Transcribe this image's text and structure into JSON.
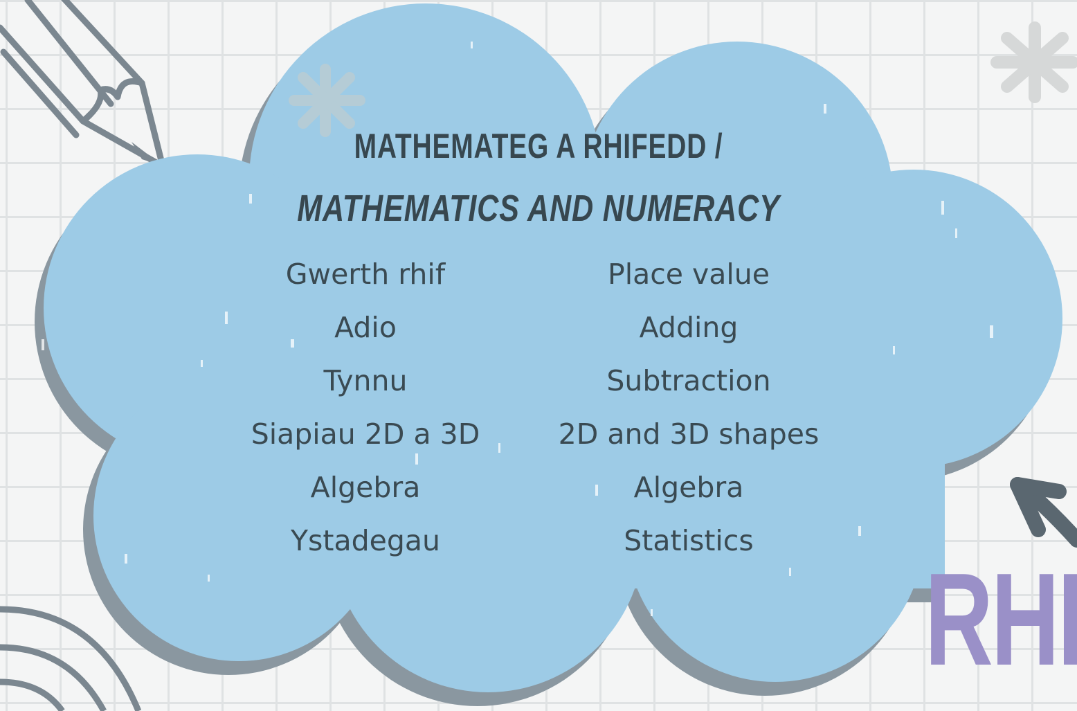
{
  "title": {
    "line1": "MATHEMATEG A RHIFEDD /",
    "line2": "MATHEMATICS AND NUMERACY"
  },
  "topics_welsh": [
    "Gwerth rhif",
    "Adio",
    "Tynnu",
    "Siapiau 2D a 3D",
    "Algebra",
    "Ystadegau"
  ],
  "topics_english": [
    "Place value",
    "Adding",
    "Subtraction",
    "2D and 3D shapes",
    "Algebra",
    "Statistics"
  ],
  "brand_partial": "RHI",
  "colors": {
    "cloud": "#9dcbe6",
    "cloud_shadow": "#8a97a0",
    "text": "#37474f",
    "brand": "#9a90c8",
    "grid": "#dfe2e3",
    "doodle": "#7b8790"
  },
  "icons": [
    "pencil-doodle",
    "asterisk-doodle",
    "rainbow-arc-doodle",
    "arrow-doodle"
  ]
}
